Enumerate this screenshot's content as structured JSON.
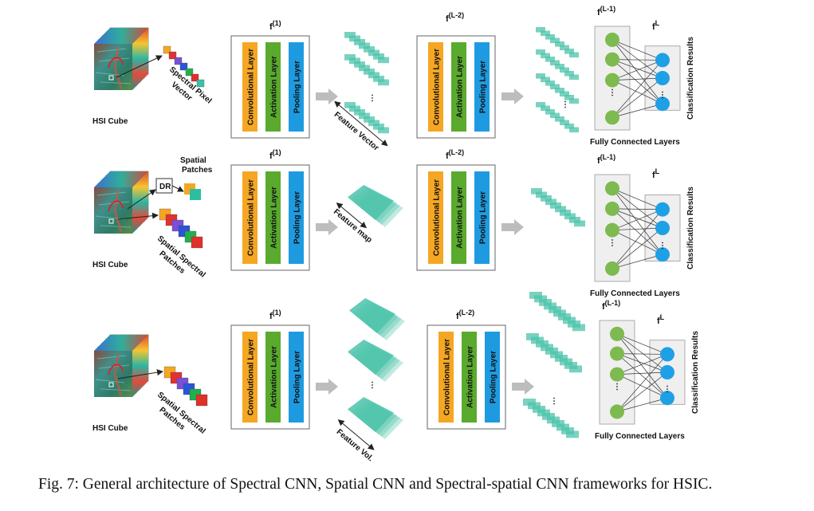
{
  "caption": "Fig. 7: General architecture of Spectral CNN, Spatial CNN and Spectral-spatial CNN frameworks for HSIC.",
  "layers": {
    "conv": "Convolutional Layer",
    "act": "Activation Layer",
    "pool": "Pooling Layer"
  },
  "f": "f",
  "sup_1": "(1)",
  "sup_l2": "(L-2)",
  "sup_l1": "(L-1)",
  "sup_L": "L",
  "hsi_cube": "HSI Cube",
  "fully_connected": "Fully Connected Layers",
  "classification": "Classification Results",
  "dots": "⋮",
  "rows": [
    {
      "input_lines": [
        "Spectral Pixel",
        "Vector"
      ],
      "feature_label": "Feature Vector"
    },
    {
      "spatial_lines": [
        "Spatial",
        "Patches"
      ],
      "dr": "DR",
      "input_lines": [
        "Spatial Spectral",
        "Patches"
      ],
      "feature_label": "Feature map"
    },
    {
      "input_lines": [
        "Spatial Spectral",
        "Patches"
      ],
      "feature_label": "Feature Vol."
    }
  ],
  "colors": {
    "conv": "#F5A623",
    "act": "#5AAA2E",
    "pool": "#1E9BE0",
    "neuron_green": "#7DBA4F",
    "neuron_blue": "#1EA0E6",
    "feature": "#4CC3AA",
    "arrow": "#BDBDBD"
  }
}
